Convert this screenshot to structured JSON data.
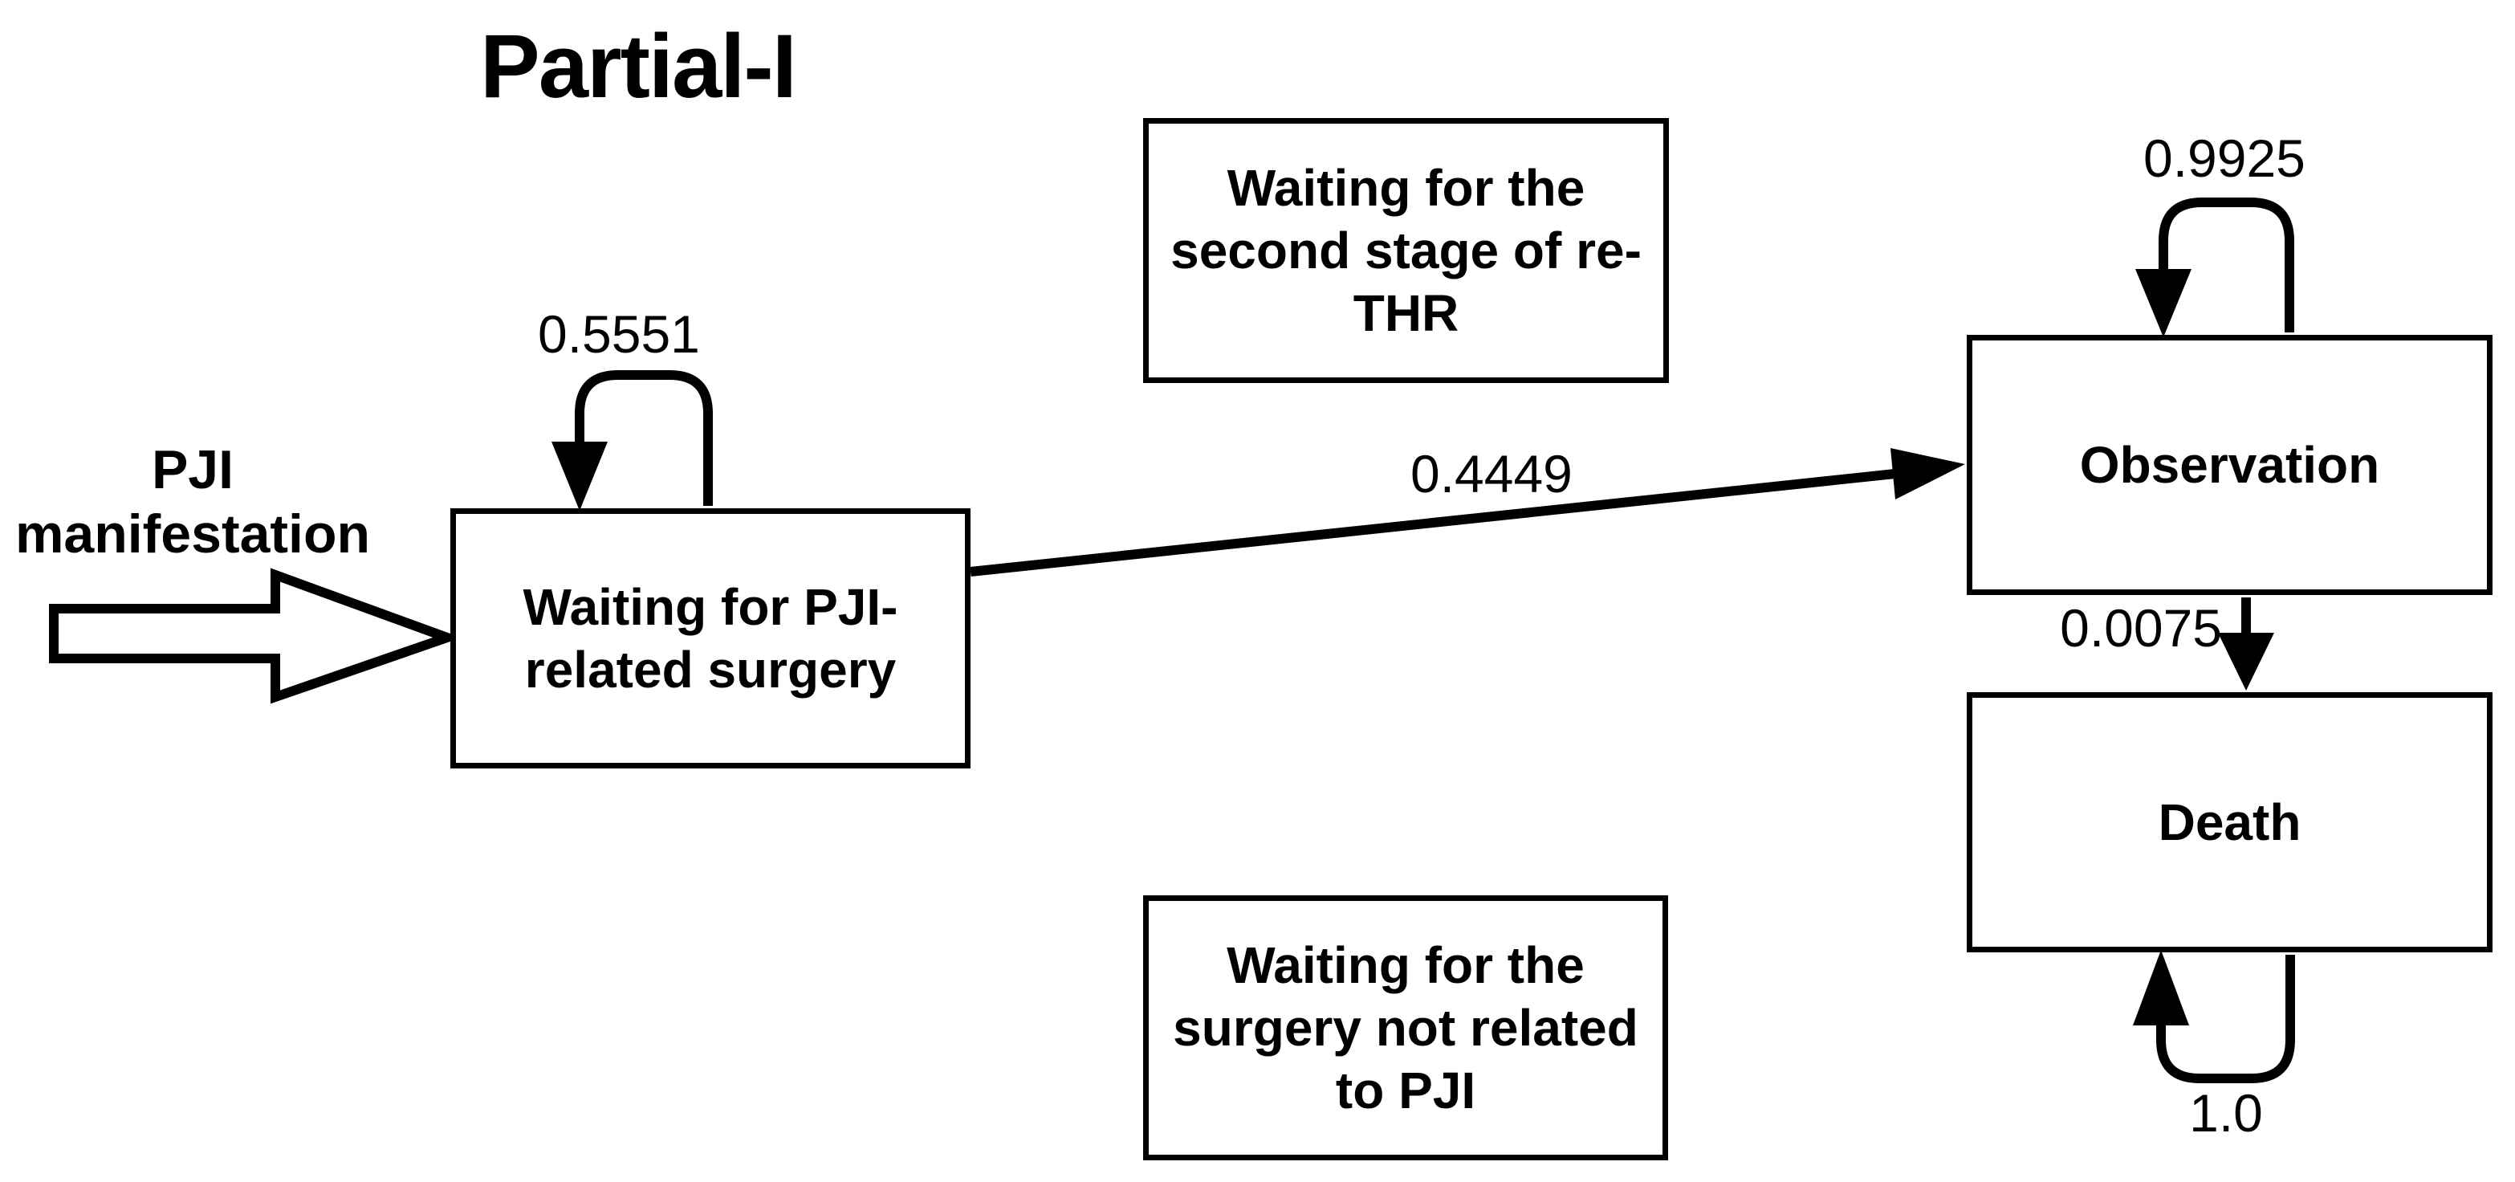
{
  "colors": {
    "ink": "#000000",
    "background": "#ffffff"
  },
  "diagram": {
    "title": "Partial-I",
    "entry_annotation": {
      "label": "PJI\nmanifestation"
    },
    "states": [
      {
        "id": "waiting-pji-surgery",
        "label": "Waiting for PJI-\nrelated surgery"
      },
      {
        "id": "second-stage-rethr",
        "label": "Waiting for the\nsecond stage of re-\nTHR"
      },
      {
        "id": "surgery-not-pji",
        "label": "Waiting for the\nsurgery not related\nto PJI"
      },
      {
        "id": "observation",
        "label": "Observation"
      },
      {
        "id": "death",
        "label": "Death"
      }
    ],
    "transitions": [
      {
        "from": "Waiting for PJI-related surgery",
        "to": "Waiting for PJI-related surgery",
        "probability": "0.5551"
      },
      {
        "from": "Waiting for PJI-related surgery",
        "to": "Observation",
        "probability": "0.4449"
      },
      {
        "from": "Observation",
        "to": "Observation",
        "probability": "0.9925"
      },
      {
        "from": "Observation",
        "to": "Death",
        "probability": "0.0075"
      },
      {
        "from": "Death",
        "to": "Death",
        "probability": "1.0"
      }
    ]
  }
}
